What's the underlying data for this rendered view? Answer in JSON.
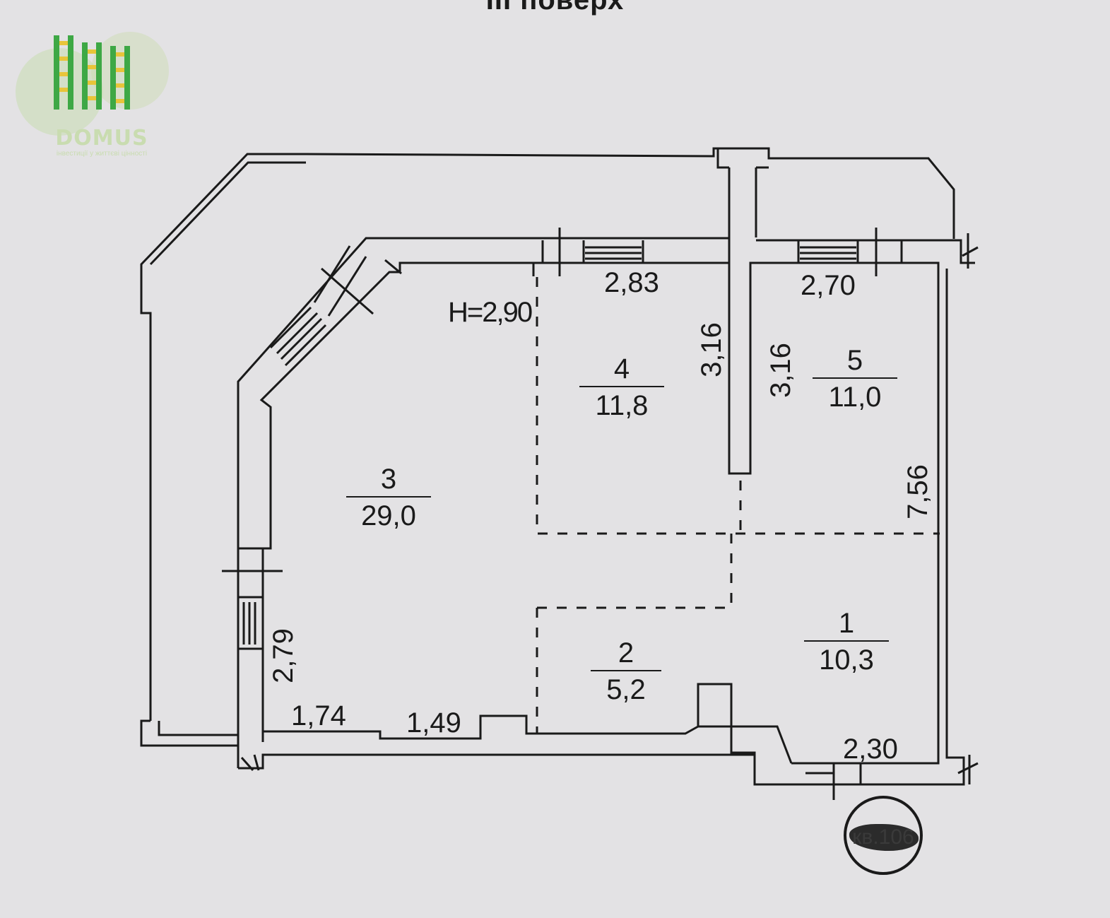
{
  "floor_title": "III поверх",
  "logo": {
    "name": "DOMUS",
    "slogan": "інвестиції у життєві цінності",
    "colors": {
      "green": "#3ea845",
      "yellow": "#e8c53a",
      "circle": "#c9dcb0"
    }
  },
  "plan": {
    "ceiling_height": "H=2,90",
    "apartment_tag": "кв.106",
    "rooms": [
      {
        "number": "1",
        "area": "10,3"
      },
      {
        "number": "2",
        "area": "5,2"
      },
      {
        "number": "3",
        "area": "29,0"
      },
      {
        "number": "4",
        "area": "11,8"
      },
      {
        "number": "5",
        "area": "11,0"
      }
    ],
    "dimensions": {
      "room4_width": "2,83",
      "room5_width": "2,70",
      "room4_depth": "3,16",
      "room5_depth": "3,16",
      "right_depth": "7,56",
      "left_wall": "2,79",
      "bottom_left": "1,74",
      "bottom_middle": "1,49",
      "bottom_right": "2,30"
    }
  }
}
